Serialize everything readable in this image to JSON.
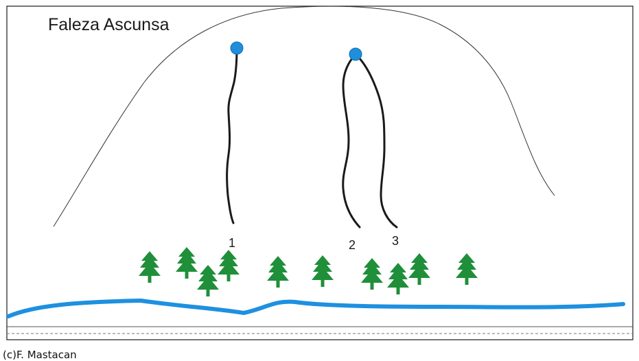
{
  "title": "Faleza Ascunsa",
  "routes": [
    {
      "label": "1"
    },
    {
      "label": "2"
    },
    {
      "label": "3"
    }
  ],
  "credit": "(c)F. Mastacan",
  "colors": {
    "anchor": "#1f8fdc",
    "river": "#1e90e0",
    "tree": "#1f8f3a",
    "outline": "#1a1a1a"
  }
}
